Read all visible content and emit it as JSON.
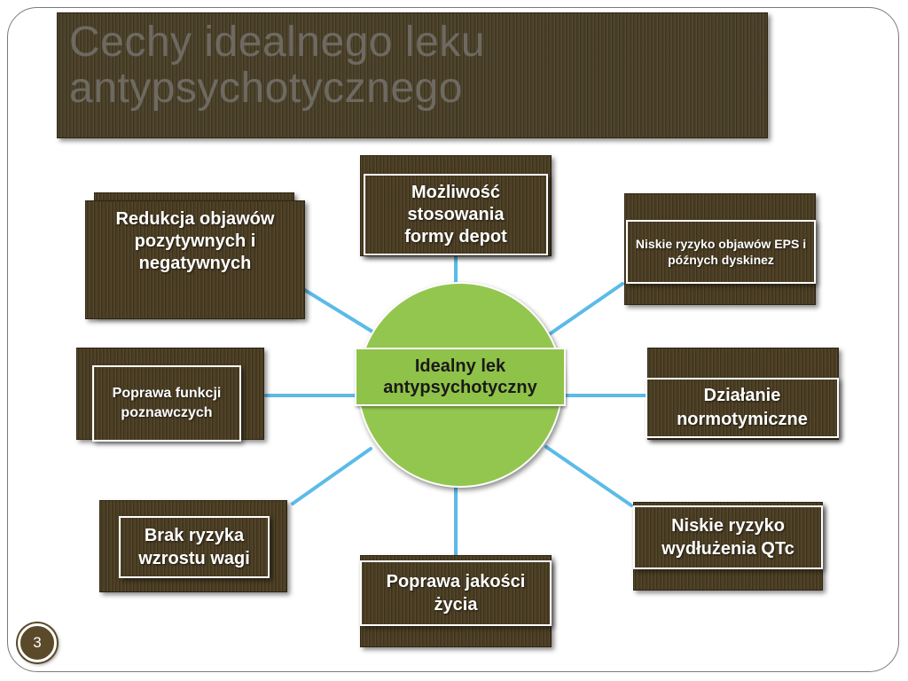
{
  "title": "Cechy idealnego leku antypsychotycznego",
  "hub": {
    "label": "Idealny lek antypsychotyczny"
  },
  "nodes": {
    "depot": "Możliwość stosowania formy depot",
    "positive_negative": "Redukcja objawów pozytywnych i negatywnych",
    "eps": "Niskie ryzyko objawów EPS i późnych dyskinez",
    "cognitive": "Poprawa funkcji poznawczych",
    "normothymic": "Działanie normotymiczne",
    "weight": "Brak ryzyka wzrostu wagi",
    "qtc": "Niskie ryzyko wydłużenia QTc",
    "quality": "Poprawa jakości życia"
  },
  "page_number": "3",
  "colors": {
    "box": "#4a3d22",
    "hub": "#93c64f",
    "connector": "#5bbbe8"
  }
}
